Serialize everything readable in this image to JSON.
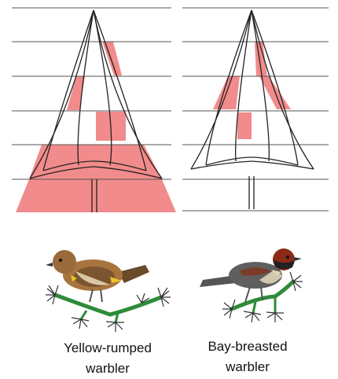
{
  "colors": {
    "zone_fill": "#f28b8b",
    "outline": "#222222",
    "shelf": "#555555",
    "branch": "#2e8b3a",
    "needles": "#333333"
  },
  "trees": [
    {
      "id": "yellow-rumped",
      "name_line1": "Yellow-rumped",
      "name_line2": "warbler"
    },
    {
      "id": "bay-breasted",
      "name_line1": "Bay-breasted",
      "name_line2": "warbler"
    }
  ],
  "icons": {
    "yellow_bird": "yellow-rumped-warbler-illustration",
    "bay_bird": "bay-breasted-warbler-illustration"
  }
}
